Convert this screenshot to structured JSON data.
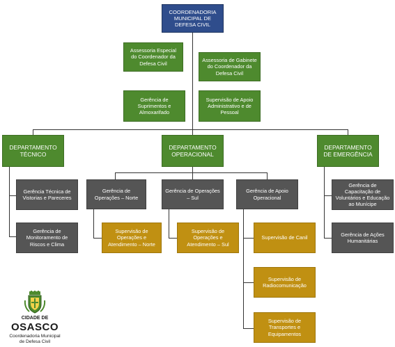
{
  "boxes": {
    "coord": "COORDENADORIA MUNICIPAL DE DEFESA CIVIL",
    "assessoria_especial": "Assessoria Especial do Coordenador da Defesa Civil",
    "assessoria_gabinete": "Assessoria de Gabinete do Coordenador da Defesa Civil",
    "ger_suprimentos": "Gerência de Suprimentos e Almoxarifado",
    "sup_apoio_adm": "Supervisão de Apoio Administrativo e de Pessoal",
    "dep_tecnico": "DEPARTAMENTO TÉCNICO",
    "dep_operacional": "DEPARTAMENTO OPERACIONAL",
    "dep_emergencia": "DEPARTAMENTO DE EMERGÊNCIA",
    "ger_vistorias": "Gerência Técnica de Vistorias e Pareceres",
    "ger_monitoramento": "Gerência de Monitoramento de Riscos e Clima",
    "ger_op_norte": "Gerência de Operações – Norte",
    "ger_op_sul": "Gerência de Operações – Sul",
    "ger_apoio_op": "Gerência de Apoio Operacional",
    "sup_op_norte": "Supervisão de Operações e Atendimento – Norte",
    "sup_op_sul": "Supervisão de Operações e Atendimento – Sul",
    "sup_canil": "Supervisão de Canil",
    "sup_radio": "Supervisão de Radiocomunicação",
    "sup_transportes": "Supervisão de Transportes e Equipamentos",
    "ger_capacitacao": "Gerência de Capacitação de Voluntários e Educação ao Munícipe",
    "ger_acoes": "Gerência de Ações Humanitárias"
  },
  "logo": {
    "city_label": "CIDADE DE",
    "city_name": "OSASCO",
    "subtitle_line1": "Coordenadoria Municipal",
    "subtitle_line2": "de Defesa Civil"
  },
  "colors": {
    "navy": "#2f4d8c",
    "green": "#4e8a2e",
    "gray": "#555555",
    "gold": "#c09012"
  }
}
